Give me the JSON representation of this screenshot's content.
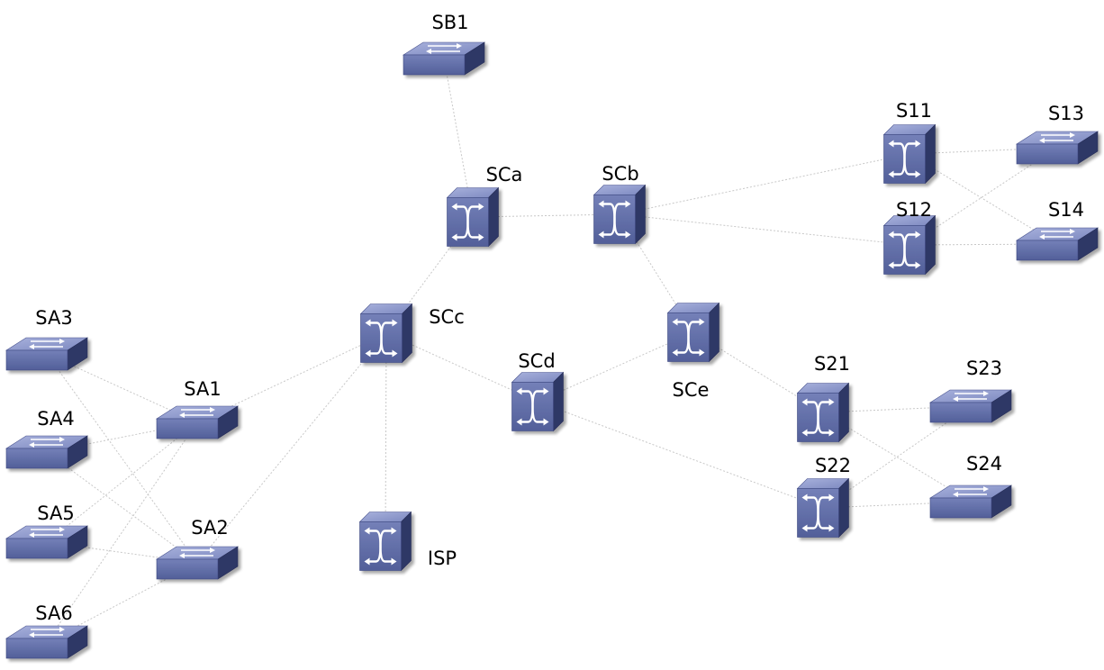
{
  "nodes": [
    {
      "id": "SB1",
      "label": "SB1",
      "kind": "hub"
    },
    {
      "id": "SCa",
      "label": "SCa",
      "kind": "switch"
    },
    {
      "id": "SCb",
      "label": "SCb",
      "kind": "switch"
    },
    {
      "id": "SCc",
      "label": "SCc",
      "kind": "switch"
    },
    {
      "id": "SCd",
      "label": "SCd",
      "kind": "switch"
    },
    {
      "id": "SCe",
      "label": "SCe",
      "kind": "switch"
    },
    {
      "id": "ISP",
      "label": "ISP",
      "kind": "switch"
    },
    {
      "id": "S11",
      "label": "S11",
      "kind": "switch"
    },
    {
      "id": "S12",
      "label": "S12",
      "kind": "switch"
    },
    {
      "id": "S13",
      "label": "S13",
      "kind": "hub"
    },
    {
      "id": "S14",
      "label": "S14",
      "kind": "hub"
    },
    {
      "id": "S21",
      "label": "S21",
      "kind": "switch"
    },
    {
      "id": "S22",
      "label": "S22",
      "kind": "switch"
    },
    {
      "id": "S23",
      "label": "S23",
      "kind": "hub"
    },
    {
      "id": "S24",
      "label": "S24",
      "kind": "hub"
    },
    {
      "id": "SA1",
      "label": "SA1",
      "kind": "hub"
    },
    {
      "id": "SA2",
      "label": "SA2",
      "kind": "hub"
    },
    {
      "id": "SA3",
      "label": "SA3",
      "kind": "hub"
    },
    {
      "id": "SA4",
      "label": "SA4",
      "kind": "hub"
    },
    {
      "id": "SA5",
      "label": "SA5",
      "kind": "hub"
    },
    {
      "id": "SA6",
      "label": "SA6",
      "kind": "hub"
    }
  ],
  "links": [
    [
      "SB1",
      "SCa"
    ],
    [
      "SCa",
      "SCb"
    ],
    [
      "SCa",
      "SCc"
    ],
    [
      "SCb",
      "S11"
    ],
    [
      "SCb",
      "S12"
    ],
    [
      "SCb",
      "SCe"
    ],
    [
      "SCe",
      "SCd"
    ],
    [
      "SCe",
      "S21"
    ],
    [
      "SCc",
      "SCd"
    ],
    [
      "SCc",
      "ISP"
    ],
    [
      "SCc",
      "SA1"
    ],
    [
      "SCc",
      "SA2"
    ],
    [
      "SCd",
      "S22"
    ],
    [
      "S11",
      "S13"
    ],
    [
      "S11",
      "S14"
    ],
    [
      "S12",
      "S13"
    ],
    [
      "S12",
      "S14"
    ],
    [
      "S21",
      "S23"
    ],
    [
      "S21",
      "S24"
    ],
    [
      "S22",
      "S23"
    ],
    [
      "S22",
      "S24"
    ],
    [
      "SA1",
      "SA3"
    ],
    [
      "SA1",
      "SA4"
    ],
    [
      "SA1",
      "SA5"
    ],
    [
      "SA1",
      "SA6"
    ],
    [
      "SA2",
      "SA3"
    ],
    [
      "SA2",
      "SA4"
    ],
    [
      "SA2",
      "SA5"
    ],
    [
      "SA2",
      "SA6"
    ]
  ],
  "colors": {
    "device_front": "#5f6da6",
    "device_top": "#8d98c9",
    "device_side": "#2e3766",
    "link": "#c8c8c8",
    "label": "#000000"
  },
  "icons": {
    "switch": "layer2-switch-icon",
    "hub": "workgroup-switch-icon"
  }
}
